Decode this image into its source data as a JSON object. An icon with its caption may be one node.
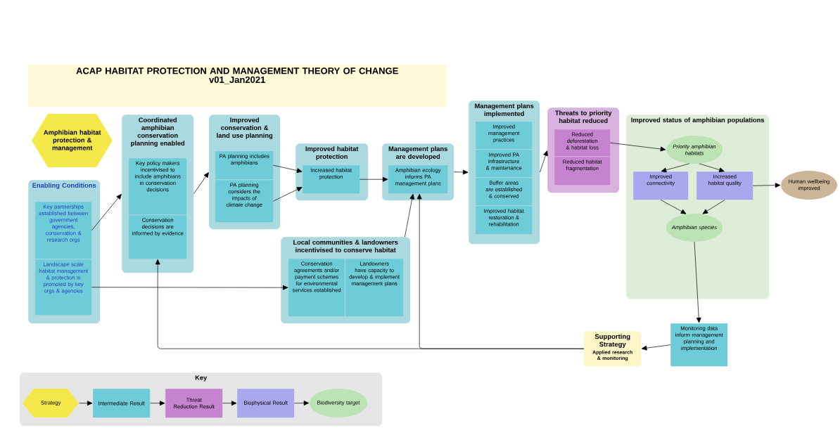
{
  "diagram": {
    "nodes": [
      {
        "text": [
          "ACAP HABITAT PROTECTION AND MANAGEMENT THEORY OF CHANGE",
          "v01_Jan2021"
        ]
      },
      {
        "text": [
          "Amphibian habitat protection & management"
        ]
      },
      {
        "text": [
          "Enabling Conditions"
        ]
      },
      {
        "text": [
          "Key partnerships established between government agencies, conservation & research orgs"
        ],
        "in": 2
      },
      {
        "text": [
          "Landscape scale habitat management & protection is promoted by key orgs & agencies"
        ],
        "in": 2
      },
      {
        "text": [
          "Coordinated amphibian conservation planning enabled"
        ]
      },
      {
        "text": [
          "Key policy makers incentivised to include amphibians in conservation decisions"
        ],
        "in": 5
      },
      {
        "text": [
          "Conservation decisions are informed by evidence"
        ],
        "in": 5
      },
      {
        "text": [
          "Improved conservation & land use planning"
        ]
      },
      {
        "text": [
          "PA planning includes amphibians"
        ],
        "in": 8
      },
      {
        "text": [
          "PA planning considers the impacts of climate change"
        ],
        "in": 8
      },
      {
        "text": [
          "Improved habitat protection"
        ]
      },
      {
        "text": [
          "Increased habitat protection"
        ],
        "in": 11
      },
      {
        "text": [
          "Management plans are developed"
        ]
      },
      {
        "text": [
          "Amphibian ecology informs PA management plans"
        ],
        "in": 13
      },
      {
        "text": [
          "Local communities & landowners incentivised to conserve habitat"
        ]
      },
      {
        "text": [
          "Conservation agreements and/or payment schemes for environmental services established"
        ],
        "in": 15
      },
      {
        "text": [
          "Landowners have capacity to develop & implement management plans"
        ],
        "in": 15
      },
      {
        "text": [
          "Management plans implemented"
        ]
      },
      {
        "text": [
          "Improved management practices"
        ],
        "in": 18
      },
      {
        "text": [
          "Improved PA infrastructure & maintenance"
        ],
        "in": 18
      },
      {
        "text": [
          "Buffer areas are established & conserved"
        ],
        "in": 18
      },
      {
        "text": [
          "Improved habitat restoration & rehabilitation"
        ],
        "in": 18
      },
      {
        "text": [
          "Threats to priority habitat reduced"
        ]
      },
      {
        "text": [
          "Reduced deforestation & habitat loss"
        ],
        "in": 23
      },
      {
        "text": [
          "Reduced habitat fragmentation"
        ],
        "in": 23
      },
      {
        "text": [
          "Improved status of amphibian populations"
        ]
      },
      {
        "text": [
          "Priority amphibian habitats"
        ],
        "in": 26
      },
      {
        "text": [
          "Improved connectivity"
        ],
        "in": 26
      },
      {
        "text": [
          "Increased habitat quality"
        ],
        "in": 26
      },
      {
        "text": [
          "Amphibian species"
        ],
        "in": 26
      },
      {
        "text": [
          "Human wellbeing improved"
        ]
      },
      {
        "text": [
          "Monitoring data inform management planning and implementation"
        ]
      },
      {
        "text": [
          "Supporting Strategy",
          "Applied research & monitoring"
        ]
      },
      {
        "text": [
          "Key"
        ]
      },
      {
        "text": [
          "Strategy"
        ],
        "in": 34
      },
      {
        "text": [
          "Intermediate Result"
        ],
        "in": 34
      },
      {
        "text": [
          "Threat Reduction Result"
        ],
        "in": 34
      },
      {
        "text": [
          "Biophysical Result"
        ],
        "in": 34
      },
      {
        "text": [
          "Biodiversity target"
        ],
        "in": 34
      }
    ],
    "edges": [
      {
        "from": 3,
        "to": 5,
        "arrow": "to"
      },
      {
        "from": 4,
        "to": 16,
        "arrow": "to"
      },
      {
        "from": 5,
        "to": 8,
        "arrow": "to"
      },
      {
        "from": 9,
        "to": 12,
        "arrow": "to"
      },
      {
        "from": 10,
        "to": 12,
        "arrow": "to"
      },
      {
        "from": 12,
        "to": 14,
        "arrow": "to"
      },
      {
        "from": 15,
        "to": 14,
        "arrow": "to"
      },
      {
        "from": 13,
        "to": 18,
        "arrow": "to"
      },
      {
        "from": 18,
        "to": 23,
        "arrow": "to"
      },
      {
        "from": 24,
        "to": 27,
        "arrow": "to"
      },
      {
        "from": 27,
        "to": 28,
        "arrow": "to"
      },
      {
        "from": 27,
        "to": 29,
        "arrow": "to"
      },
      {
        "from": 28,
        "to": 30,
        "arrow": "to"
      },
      {
        "from": 29,
        "to": 30,
        "arrow": "to"
      },
      {
        "from": 29,
        "to": 31,
        "arrow": "to"
      },
      {
        "from": 30,
        "to": 32,
        "arrow": "to"
      },
      {
        "from": 32,
        "to": 33,
        "arrow": "to"
      },
      {
        "from": 33,
        "to": 7,
        "arrow": "to"
      },
      {
        "from": 33,
        "to": 14,
        "arrow": "to"
      },
      {
        "from": 35,
        "to": 36,
        "arrow": "to"
      },
      {
        "from": 36,
        "to": 37,
        "arrow": "to"
      },
      {
        "from": 37,
        "to": 38,
        "arrow": "to"
      },
      {
        "from": 38,
        "to": 39,
        "arrow": "to"
      }
    ]
  }
}
